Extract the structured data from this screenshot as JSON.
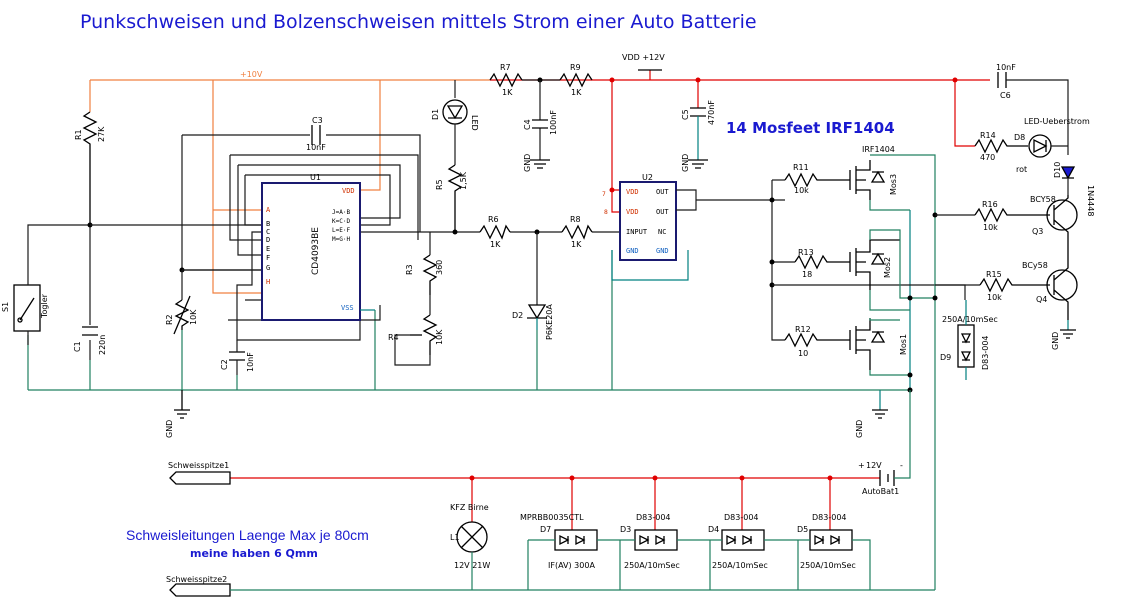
{
  "title": "Punkschweisen und Bolzenschweisen mittels Strom einer Auto Batterie",
  "mosfet_note": "14 Mosfeet IRF1404",
  "note_line1": "Schweisleitungen Laenge Max je 80cm",
  "note_line2": "meine haben 6 Qmm",
  "supply": {
    "vdd": "VDD +12V",
    "plus10": "+10V"
  },
  "components": {
    "S1": {
      "ref": "S1",
      "value": "Togler"
    },
    "C1": {
      "ref": "C1",
      "value": "220n"
    },
    "R1": {
      "ref": "R1",
      "value": "27K"
    },
    "C3": {
      "ref": "C3",
      "value": "10nF"
    },
    "U1": {
      "ref": "U1",
      "value": "CD4093BE"
    },
    "R6": {
      "ref": "R6",
      "value": "1K"
    },
    "C2": {
      "ref": "C2",
      "value": "10nF"
    },
    "R2": {
      "ref": "R2",
      "value": "10K"
    },
    "R7": {
      "ref": "R7",
      "value": "1K"
    },
    "R9": {
      "ref": "R9",
      "value": "1K"
    },
    "C4": {
      "ref": "C4",
      "value": "100nF"
    },
    "C5": {
      "ref": "C5",
      "value": "470nF"
    },
    "D1": {
      "ref": "D1",
      "value": "LED"
    },
    "R5": {
      "ref": "R5",
      "value": "1,5K"
    },
    "R3": {
      "ref": "R3",
      "value": "360"
    },
    "R4": {
      "ref": "R4",
      "value": "10K"
    },
    "R8": {
      "ref": "R8",
      "value": "1K"
    },
    "D2": {
      "ref": "D2",
      "value": "P6KE20A"
    },
    "U2": {
      "ref": "U2",
      "value": ""
    },
    "R11": {
      "ref": "R11",
      "value": "10k"
    },
    "R13": {
      "ref": "R13",
      "value": "18"
    },
    "R12": {
      "ref": "R12",
      "value": "10"
    },
    "Mos1": {
      "ref": "Mos1",
      "value": ""
    },
    "Mos2": {
      "ref": "Mos2",
      "value": ""
    },
    "Mos3": {
      "ref": "Mos3",
      "value": "IRF1404"
    },
    "C6": {
      "ref": "C6",
      "value": "10nF"
    },
    "R14": {
      "ref": "R14",
      "value": "470"
    },
    "D8": {
      "ref": "D8",
      "value": "rot"
    },
    "D8_label": "LED-Ueberstrom",
    "D10": {
      "ref": "D10",
      "value": "1N4448"
    },
    "R16": {
      "ref": "R16",
      "value": "10k"
    },
    "Q3": {
      "ref": "Q3",
      "value": "BCY58"
    },
    "R15": {
      "ref": "R15",
      "value": "10k"
    },
    "Q4": {
      "ref": "Q4",
      "value": "BCy58"
    },
    "D9": {
      "ref": "D9",
      "value": "D83-004"
    },
    "D9_rating": "250A/10mSec",
    "AutoBat1": {
      "ref": "AutoBat1",
      "value": "12V"
    },
    "L1": {
      "ref": "L1",
      "value": "12V 21W",
      "label": "KFZ Birne"
    },
    "D7": {
      "ref": "D7",
      "value": "MPRBB0035CTL",
      "rating": "IF(AV) 300A"
    },
    "D3": {
      "ref": "D3",
      "value": "D83-004",
      "rating": "250A/10mSec"
    },
    "D4": {
      "ref": "D4",
      "value": "D83-004",
      "rating": "250A/10mSec"
    },
    "D5": {
      "ref": "D5",
      "value": "D83-004",
      "rating": "250A/10mSec"
    }
  },
  "connectors": {
    "tip1": "Schweisspitze1",
    "tip2": "Schweisspitze2"
  },
  "gnd": "GND",
  "u1_pins": {
    "vdd": "VDD",
    "vss": "VSS",
    "A": "A",
    "B": "B",
    "C": "C",
    "D": "D",
    "E": "E",
    "F": "F",
    "G": "G",
    "H": "H",
    "o1": "J=A·B",
    "o2": "K=C·D",
    "o3": "L=E·F",
    "o4": "M=G·H"
  },
  "u2_pins": {
    "vdd1": "VDD",
    "vdd2": "VDD",
    "input": "INPUT",
    "gnd1": "GND",
    "gnd2": "GND",
    "out1": "OUT",
    "out2": "OUT",
    "nc": "NC"
  }
}
